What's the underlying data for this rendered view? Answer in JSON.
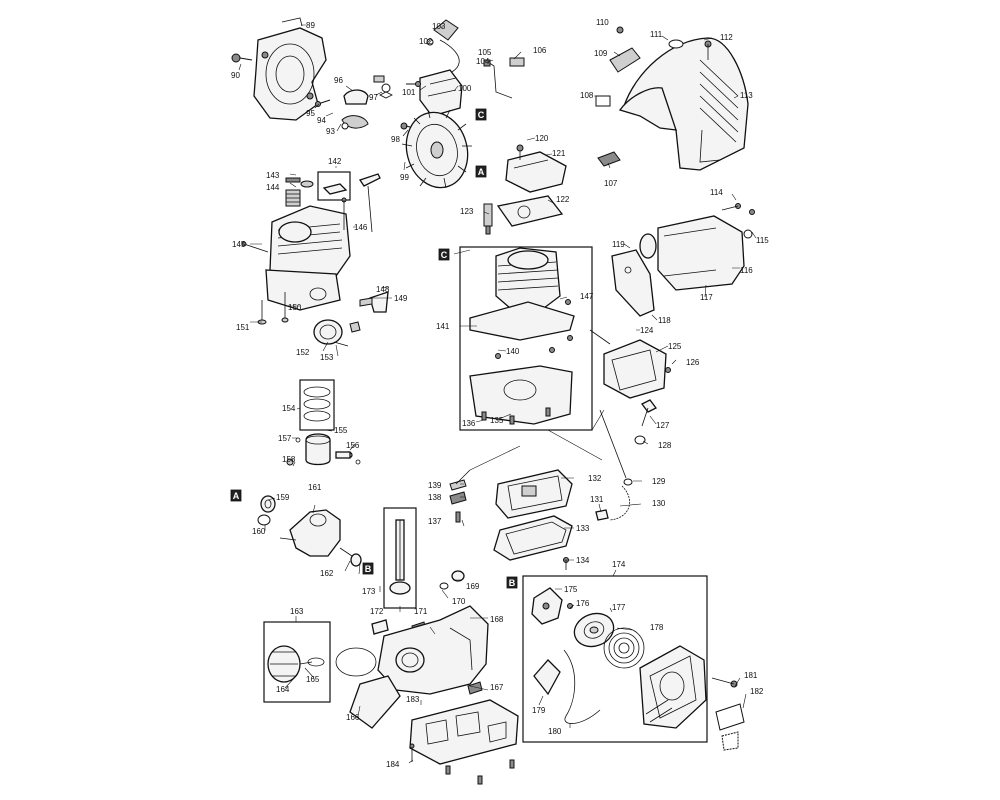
{
  "reference_markers": {
    "a": "A",
    "b": "B",
    "c": "C"
  },
  "labels": {
    "p89": "89",
    "p90": "90",
    "p93": "93",
    "p94": "94",
    "p95": "95",
    "p96": "96",
    "p97": "97",
    "p98": "98",
    "p99": "99",
    "p100": "100",
    "p101": "101",
    "p102": "102",
    "p103": "103",
    "p104": "104",
    "p105": "105",
    "p106": "106",
    "p107": "107",
    "p108": "108",
    "p109": "109",
    "p110": "110",
    "p111": "111",
    "p112": "112",
    "p113": "113",
    "p114": "114",
    "p115": "115",
    "p116": "116",
    "p117": "117",
    "p118": "118",
    "p119": "119",
    "p120": "120",
    "p121": "121",
    "p122": "122",
    "p123": "123",
    "p124": "124",
    "p125": "125",
    "p126": "126",
    "p127": "127",
    "p128": "128",
    "p129": "129",
    "p130": "130",
    "p131": "131",
    "p132": "132",
    "p133": "133",
    "p134": "134",
    "p135": "135",
    "p136": "136",
    "p137": "137",
    "p138": "138",
    "p139": "139",
    "p140": "140",
    "p141": "141",
    "p142": "142",
    "p143": "143",
    "p144": "144",
    "p145": "145",
    "p146": "146",
    "p147": "147",
    "p148": "148",
    "p149": "149",
    "p150": "150",
    "p151": "151",
    "p152": "152",
    "p153": "153",
    "p154": "154",
    "p155": "155",
    "p156": "156",
    "p157": "157",
    "p158": "158",
    "p159": "159",
    "p160": "160",
    "p161": "161",
    "p162": "162",
    "p163": "163",
    "p164": "164",
    "p165": "165",
    "p166": "166",
    "p167": "167",
    "p168": "168",
    "p169": "169",
    "p170": "170",
    "p171": "171",
    "p172": "172",
    "p173": "173",
    "p174": "174",
    "p175": "175",
    "p176": "176",
    "p177": "177",
    "p178": "178",
    "p179": "179",
    "p180": "180",
    "p181": "181",
    "p182": "182",
    "p183": "183",
    "p184": "184"
  }
}
